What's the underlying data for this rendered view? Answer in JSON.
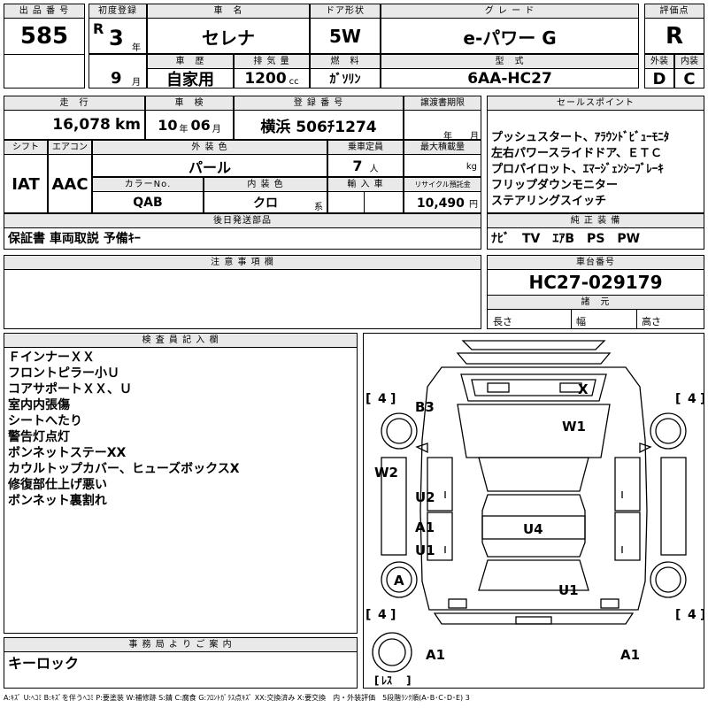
{
  "headers": {
    "lot_number": "出 品 番 号",
    "first_registration": "初度登録",
    "car_name": "車　名",
    "door_type": "ドア形状",
    "grade": "グ レ ー ド",
    "score": "評価点",
    "inspection_history": "車　歴",
    "displacement": "排 気 量",
    "fuel": "燃　料",
    "model_code": "型　式",
    "exterior": "外装",
    "interior": "内装",
    "mileage": "走　行",
    "shaken": "車　検",
    "registration_no": "登 録 番 号",
    "transfer_docs": "譲渡書期限",
    "sales_points": "セールスポイント",
    "shift": "シフト",
    "aircon": "エアコン",
    "exterior_color": "外 装 色",
    "capacity": "乗車定員",
    "max_load": "最大積載量",
    "color_no": "カラーNo.",
    "interior_color": "内 装 色",
    "import": "輸 入 車",
    "recycle": "リサイクル預託金",
    "later_items": "後日発送部品",
    "genuine_equipment": "純 正 装 備",
    "notes": "注 意 事 項 欄",
    "chassis_no": "車台番号",
    "dimensions": "諸　元",
    "inspector": "検 査 員 記 入 欄",
    "office": "事 務 局 よ り ご 案 内"
  },
  "vehicle": {
    "lot": "585",
    "era": "R",
    "year": "3",
    "year_unit": "年",
    "month": "9",
    "month_unit": "月",
    "name": "セレナ",
    "doors": "5W",
    "grade": "e-パワー G",
    "score": "R",
    "history": "自家用",
    "displacement": "1200",
    "displacement_unit": "cc",
    "fuel": "ｶﾞｿﾘﾝ",
    "model": "6AA-HC27",
    "exterior_score": "D",
    "interior_score": "C",
    "mileage": "16,078",
    "mileage_unit": "km",
    "shaken_year": "10",
    "shaken_year_unit": "年",
    "shaken_month": "06",
    "shaken_month_unit": "月",
    "plate": "横浜 506ﾁ1274",
    "transfer_year_unit": "年",
    "transfer_month_unit": "月",
    "shift": "IAT",
    "aircon": "AAC",
    "color": "パール",
    "capacity": "7",
    "capacity_unit": "人",
    "load_unit": "kg",
    "color_no": "QAB",
    "interior_color": "クロ",
    "interior_color_suffix": "系",
    "recycle": "10,490",
    "recycle_unit": "円",
    "chassis": "HC27-029179",
    "dim_length": "長さ",
    "dim_width": "幅",
    "dim_height": "高さ"
  },
  "sales_points": [
    "プッシュスタート、ｱﾗｳﾝﾄﾞﾋﾞｭｰﾓﾆﾀ",
    "左右パワースライドドア、ＥＴＣ",
    "プロパイロット、ｴﾏｰｼﾞｪﾝｼｰﾌﾞﾚｰｷ",
    "フリップダウンモニター",
    "ステアリングスイッチ"
  ],
  "later_items": "保証書 車両取説 予備ｷｰ",
  "genuine_equipment": "ﾅﾋﾞ　TV　ｴｱB　PS　PW",
  "notes": "",
  "inspector_notes": [
    "ＦインナーＸＸ",
    "フロントピラー小Ｕ",
    "コアサポートＸＸ、Ｕ",
    "室内内張傷",
    "シートへたり",
    "警告灯点灯",
    "ボンネットステーXX",
    "カウルトップカバー、ヒューズボックスX",
    "修復部仕上げ悪い",
    "ボンネット裏割れ"
  ],
  "office_note": "キーロック",
  "diagram": {
    "tires": [
      "4",
      "4",
      "4",
      "4"
    ],
    "spare": "ﾚｽ",
    "marks": [
      {
        "code": "X",
        "location": "front-windshield"
      },
      {
        "code": "B3",
        "location": "left-front-fender"
      },
      {
        "code": "W1",
        "location": "hood-right"
      },
      {
        "code": "W2",
        "location": "left-front-door"
      },
      {
        "code": "U2",
        "location": "left-front-pillar"
      },
      {
        "code": "A1",
        "location": "left-rear-door"
      },
      {
        "code": "U1",
        "location": "left-rear-pillar"
      },
      {
        "code": "U4",
        "location": "roof"
      },
      {
        "code": "A",
        "location": "left-rear-wheel"
      },
      {
        "code": "U1",
        "location": "right-rear"
      },
      {
        "code": "A1",
        "location": "rear-bumper-left"
      },
      {
        "code": "A1",
        "location": "rear-bumper-right"
      }
    ]
  },
  "legend": "A:ｷｽﾞ U:ﾍｺﾐ B:ｷｽﾞを伴うﾍｺﾐ P:要塗装 W:補修跡 S:錆 C:腐食 G:ﾌﾛﾝﾄｶﾞﾗｽ点ｷｽﾞ XX:交換済み X:要交換　内・外装評価　5段階ﾗﾝｸ順(A･B･C･D･E) 3"
}
